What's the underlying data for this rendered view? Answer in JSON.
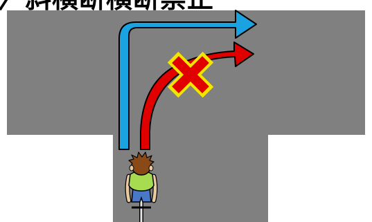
{
  "caption": "〉斜横断横断禁止",
  "colors": {
    "road": "#808080",
    "background": "#ffffff",
    "correct_path": "#1aa3e0",
    "wrong_path": "#e00000",
    "cross_mark": "#e00000",
    "cross_outline": "#f2e600",
    "outline": "#000000"
  },
  "icons": {
    "correct_path": "right-turn-arrow",
    "wrong_path": "diagonal-curve-arrow",
    "prohibition": "cross-mark",
    "rider": "cyclist-rear-view"
  }
}
